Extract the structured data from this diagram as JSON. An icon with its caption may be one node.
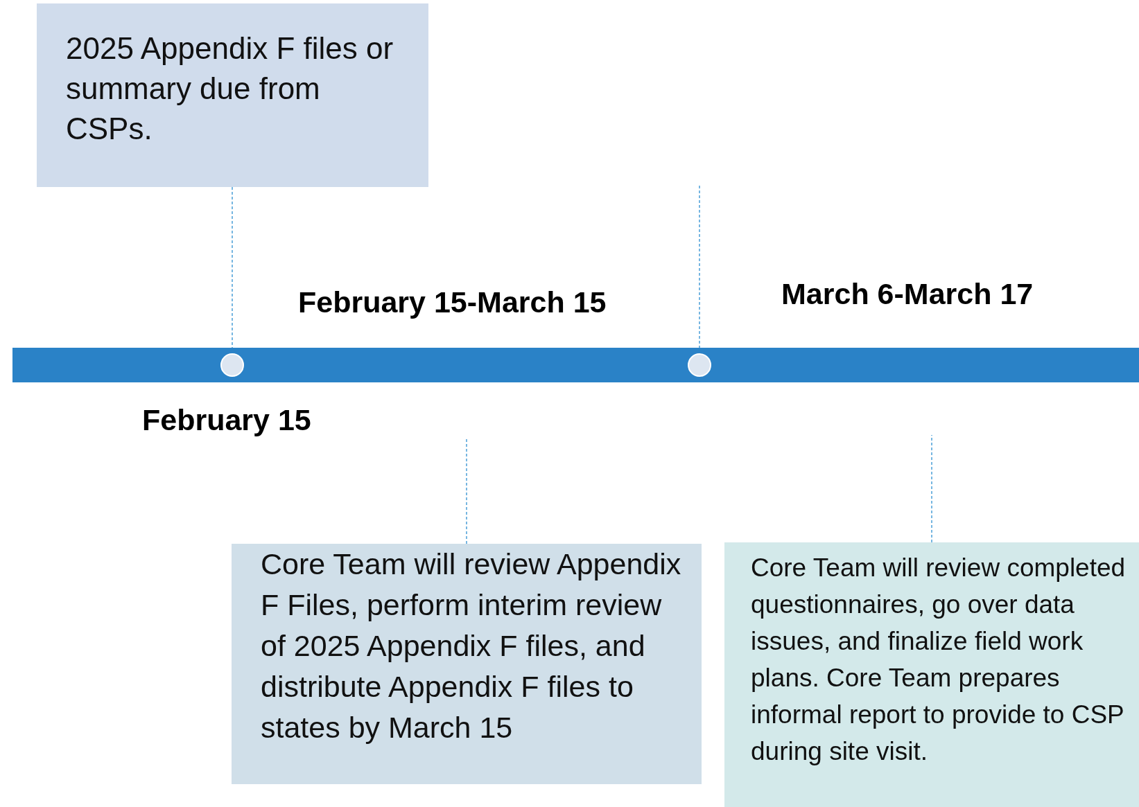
{
  "diagram": {
    "nodes": [
      {
        "text": [
          "2025 Appendix F files or summary due from CSPs."
        ]
      },
      {
        "text": [],
        "shape": "circle"
      },
      {
        "text": [],
        "shape": "circle"
      },
      {
        "text": [
          "Core Team will review Appendix F Files, perform interim review of 2025 Appendix F files, and distribute Appendix F files to states by March 15"
        ]
      },
      {
        "text": [
          "Core Team will review completed questionnaires, go over data issues, and finalize field work plans. Core Team prepares informal report to provide to CSP during site visit."
        ]
      }
    ],
    "edges": [
      {
        "from": 0,
        "to": 1,
        "arrow": "none",
        "style": "dashed"
      },
      {
        "from": 2,
        "to": null,
        "arrow": "none",
        "style": "dashed"
      },
      {
        "from": 3,
        "to": null,
        "arrow": "none",
        "style": "dashed"
      },
      {
        "from": 4,
        "to": null,
        "arrow": "none",
        "style": "dashed"
      }
    ],
    "labels": [
      "February 15-March 15",
      "March 6-March 17",
      "February 15"
    ]
  }
}
